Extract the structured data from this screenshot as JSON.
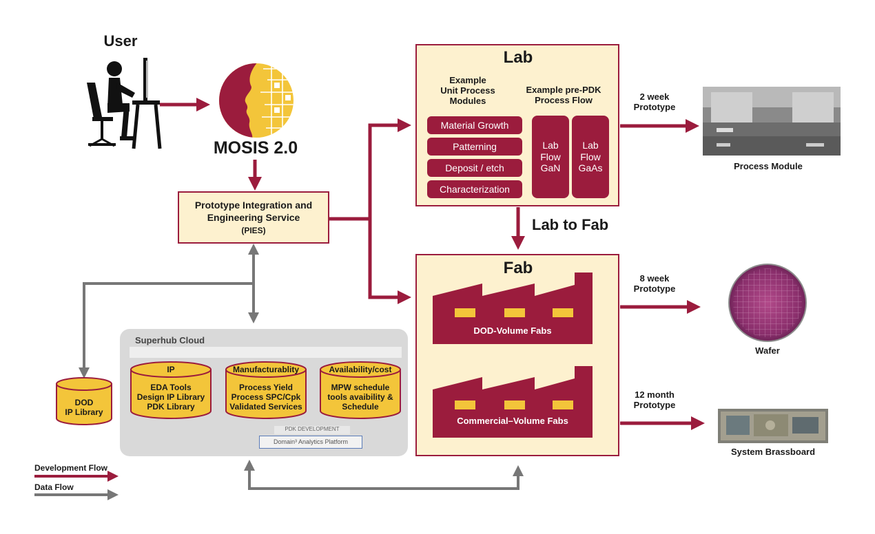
{
  "user": {
    "label": "User"
  },
  "mosis": {
    "label": "MOSIS 2.0"
  },
  "pies": {
    "line1": "Prototype Integration and",
    "line2": "Engineering Service",
    "acronym": "(PIES)"
  },
  "lab": {
    "title": "Lab",
    "unit_heading": [
      "Example",
      "Unit Process",
      "Modules"
    ],
    "pdk_heading": [
      "Example pre-PDK",
      "Process Flow"
    ],
    "modules": [
      "Material Growth",
      "Patterning",
      "Deposit / etch",
      "Characterization"
    ],
    "flows": [
      {
        "lines": [
          "Lab",
          "Flow",
          "GaN"
        ]
      },
      {
        "lines": [
          "Lab",
          "Flow",
          "GaAs"
        ]
      }
    ]
  },
  "lab_to_fab": "Lab to Fab",
  "fab": {
    "title": "Fab",
    "dod": "DOD-Volume Fabs",
    "commercial": "Commercial–Volume Fabs"
  },
  "outputs": {
    "lab": {
      "lines": [
        "2 week",
        "Prototype"
      ],
      "caption": "Process Module"
    },
    "fab_dod": {
      "lines": [
        "8 week",
        "Prototype"
      ],
      "caption": "Wafer"
    },
    "fab_comm": {
      "lines": [
        "12 month",
        "Prototype"
      ],
      "caption": "System Brassboard"
    }
  },
  "superhub": {
    "title": "Superhub Cloud",
    "databases": [
      {
        "title": "IP",
        "lines": [
          "EDA Tools",
          "Design IP Library",
          "PDK Library"
        ]
      },
      {
        "title": "Manufacturablity",
        "lines": [
          "Process Yield",
          "Process SPC/Cpk",
          "Validated Services"
        ]
      },
      {
        "title": "Availability/cost",
        "lines": [
          "MPW schedule",
          "tools avaibility &",
          "Schedule"
        ]
      }
    ],
    "small_label": "PDK DEVELOPMENT",
    "analytics": "Domain³ Analytics Platform"
  },
  "dod_ip": {
    "lines": [
      "DOD",
      "IP Library"
    ]
  },
  "legend": {
    "development": "Development Flow",
    "data": "Data Flow"
  },
  "colors": {
    "maroon": "#9b1c3d",
    "cream": "#fdf1cf",
    "gray": "#777777",
    "gold": "#f3c53a"
  }
}
